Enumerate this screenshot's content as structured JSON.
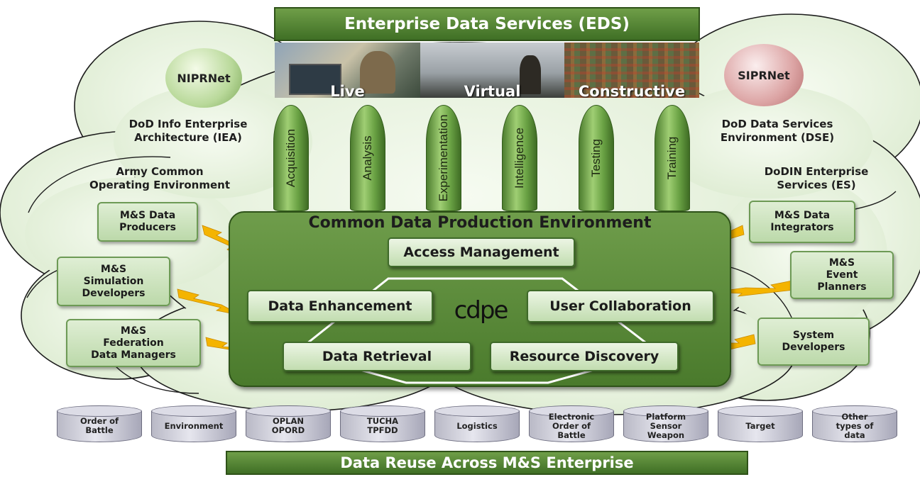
{
  "header": {
    "title": "Enterprise Data Services (EDS)"
  },
  "photos": [
    {
      "label": "Live"
    },
    {
      "label": "Virtual"
    },
    {
      "label": "Constructive"
    }
  ],
  "networks": {
    "left": "NIPRNet",
    "right": "SIPRNet"
  },
  "cloud_labels": {
    "iea": "DoD Info Enterprise\nArchitecture (IEA)",
    "army": "Army Common\nOperating Environment",
    "dse": "DoD Data Services\nEnvironment (DSE)",
    "dodin": "DoDIN Enterprise\nServices (ES)"
  },
  "pillars": [
    "Acquisition",
    "Analysis",
    "Experimentation",
    "Intelligence",
    "Testing",
    "Training"
  ],
  "core": {
    "title": "Common Data Production Environment",
    "logo": "cdpe",
    "access": "Access Management",
    "enhancement": "Data Enhancement",
    "collaboration": "User Collaboration",
    "retrieval": "Data Retrieval",
    "discovery": "Resource Discovery"
  },
  "left_actors": [
    "M&S Data\nProducers",
    "M&S\nSimulation\nDevelopers",
    "M&S\nFederation\nData Managers"
  ],
  "right_actors": [
    "M&S Data\nIntegrators",
    "M&S\nEvent\nPlanners",
    "System\nDevelopers"
  ],
  "data_stores": [
    "Order of\nBattle",
    "Environment",
    "OPLAN\nOPORD",
    "TUCHA\nTPFDD",
    "Logistics",
    "Electronic\nOrder of\nBattle",
    "Platform\nSensor\nWeapon",
    "Target",
    "Other\ntypes of\ndata"
  ],
  "footer": {
    "title": "Data Reuse Across M&S Enterprise"
  },
  "colors": {
    "accent": "#4f8130",
    "cloud": "#e9f3e0",
    "lightning": "#f5b800"
  }
}
